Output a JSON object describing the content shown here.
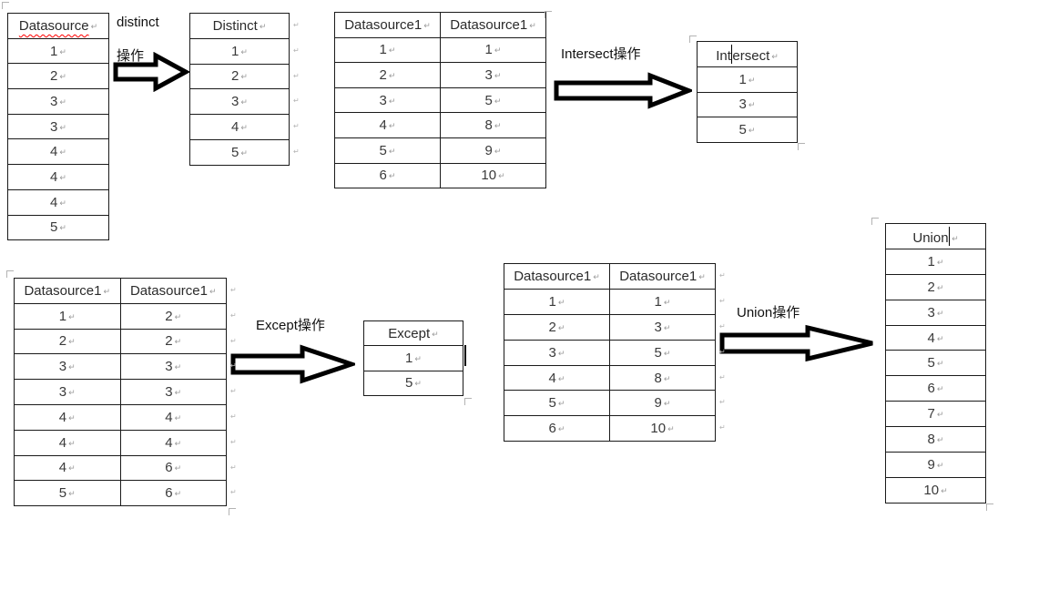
{
  "marks": {
    "cell_end": "↵",
    "row_end": "↵"
  },
  "colors": {
    "table_border": "#1a1a1a",
    "text": "#3a3a3a",
    "spellcheck_underline": "#ff0000",
    "formatting_mark": "#9a9a9a",
    "arrow_outline": "#000000",
    "arrow_fill": "#ffffff"
  },
  "labels": {
    "distinct_line1": "distinct",
    "distinct_line2": "操作",
    "intersect": "Intersect操作",
    "except": "Except操作",
    "union": "Union操作"
  },
  "tables": [
    {
      "id": "datasource",
      "headers": [
        {
          "text": "Datasource",
          "spellcheck": true
        }
      ],
      "rows": [
        [
          "1"
        ],
        [
          "2"
        ],
        [
          "3"
        ],
        [
          "3"
        ],
        [
          "4"
        ],
        [
          "4"
        ],
        [
          "4"
        ],
        [
          "5"
        ]
      ],
      "row_end_marks": false
    },
    {
      "id": "distinct-result",
      "headers": [
        {
          "text": "Distinct"
        }
      ],
      "rows": [
        [
          "1"
        ],
        [
          "2"
        ],
        [
          "3"
        ],
        [
          "4"
        ],
        [
          "5"
        ]
      ],
      "row_end_marks": true
    },
    {
      "id": "intersect-source",
      "headers": [
        {
          "text": "Datasource1"
        },
        {
          "text": "Datasource1"
        }
      ],
      "rows": [
        [
          "1",
          "1"
        ],
        [
          "2",
          "3"
        ],
        [
          "3",
          "5"
        ],
        [
          "4",
          "8"
        ],
        [
          "5",
          "9"
        ],
        [
          "6",
          "10"
        ]
      ],
      "row_end_marks": false
    },
    {
      "id": "intersect-result",
      "headers": [
        {
          "text": "Intersect",
          "caret_after": 3
        }
      ],
      "rows": [
        [
          "1"
        ],
        [
          "3"
        ],
        [
          "5"
        ]
      ],
      "row_end_marks": false
    },
    {
      "id": "except-source",
      "headers": [
        {
          "text": "Datasource1"
        },
        {
          "text": "Datasource1"
        }
      ],
      "rows": [
        [
          "1",
          "2"
        ],
        [
          "2",
          "2"
        ],
        [
          "3",
          "3"
        ],
        [
          "3",
          "3"
        ],
        [
          "4",
          "4"
        ],
        [
          "4",
          "4"
        ],
        [
          "4",
          "6"
        ],
        [
          "5",
          "6"
        ]
      ],
      "row_end_marks": true
    },
    {
      "id": "except-result",
      "headers": [
        {
          "text": "Except"
        }
      ],
      "rows": [
        [
          "1"
        ],
        [
          "5"
        ]
      ],
      "row_end_marks": false
    },
    {
      "id": "union-source",
      "headers": [
        {
          "text": "Datasource1"
        },
        {
          "text": "Datasource1"
        }
      ],
      "rows": [
        [
          "1",
          "1"
        ],
        [
          "2",
          "3"
        ],
        [
          "3",
          "5"
        ],
        [
          "4",
          "8"
        ],
        [
          "5",
          "9"
        ],
        [
          "6",
          "10"
        ]
      ],
      "row_end_marks": true
    },
    {
      "id": "union-result",
      "headers": [
        {
          "text": "Union",
          "caret_after": 5
        }
      ],
      "rows": [
        [
          "1"
        ],
        [
          "2"
        ],
        [
          "3"
        ],
        [
          "4"
        ],
        [
          "5"
        ],
        [
          "6"
        ],
        [
          "7"
        ],
        [
          "8"
        ],
        [
          "9"
        ],
        [
          "10"
        ]
      ],
      "row_end_marks": false
    }
  ]
}
